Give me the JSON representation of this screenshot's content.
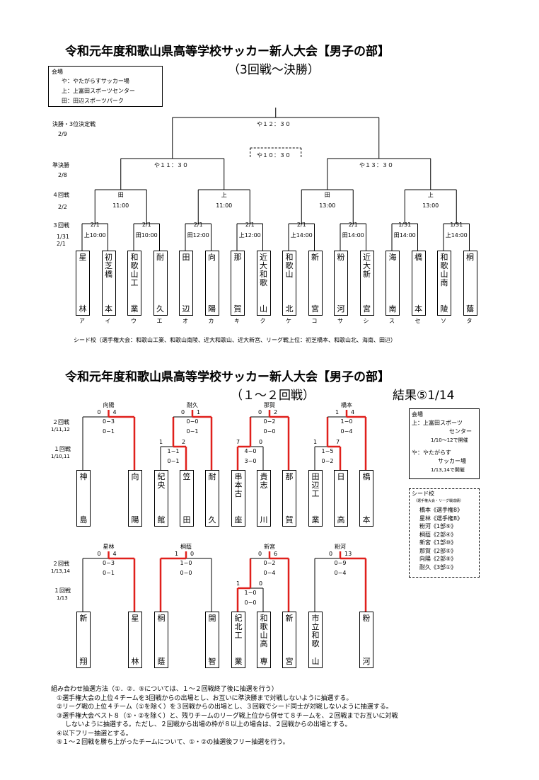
{
  "top": {
    "title": "令和元年度和歌山県高等学校サッカー新人大会【男子の部】",
    "subtitle": "（3回戦～決勝）",
    "venue_legend": {
      "header": "会場",
      "lines": [
        "や：やたがらすサッカー場",
        "上：上富田スポーツセンター",
        "田：田辺スポーツパーク"
      ]
    },
    "rounds": [
      {
        "name": "決勝・3位決定戦",
        "date": "2/9"
      },
      {
        "name": "準決勝",
        "date": "2/8"
      },
      {
        "name": "４回戦",
        "date": "2/2"
      },
      {
        "name": "３回戦",
        "date": "1/31\n2/1"
      }
    ],
    "final_label": "や１２：３０",
    "third_label": "や１０：３０",
    "semi_labels": [
      "や１１：３０",
      "や１３：３０"
    ],
    "r4": [
      {
        "venue": "田",
        "time": "11:00"
      },
      {
        "venue": "上",
        "time": "11:00"
      },
      {
        "venue": "田",
        "time": "13:00"
      },
      {
        "venue": "上",
        "time": "13:00"
      }
    ],
    "r3": [
      {
        "date": "2/1",
        "venue": "上10:00"
      },
      {
        "date": "2/1",
        "venue": "田10:00"
      },
      {
        "date": "2/1",
        "venue": "田12:00"
      },
      {
        "date": "2/1",
        "venue": "上12:00"
      },
      {
        "date": "2/1",
        "venue": "上14:00"
      },
      {
        "date": "2/1",
        "venue": "田14:00"
      },
      {
        "date": "1/31",
        "venue": "田14:00"
      },
      {
        "date": "1/31",
        "venue": "上14:00"
      }
    ],
    "teams": [
      {
        "top": "星",
        "bottom": "林",
        "kana": "ア"
      },
      {
        "top": "初\n芝\n橋",
        "bottom": "本",
        "kana": "イ"
      },
      {
        "top": "和\n歌\n山\n工",
        "bottom": "業",
        "kana": "ウ"
      },
      {
        "top": "耐",
        "bottom": "久",
        "kana": "エ"
      },
      {
        "top": "田",
        "bottom": "辺",
        "kana": "オ"
      },
      {
        "top": "向",
        "bottom": "陽",
        "kana": "カ"
      },
      {
        "top": "那",
        "bottom": "賀",
        "kana": "キ"
      },
      {
        "top": "近\n大\n和\n歌",
        "bottom": "山",
        "kana": "ク"
      },
      {
        "top": "和\n歌\n山",
        "bottom": "北",
        "kana": "ケ"
      },
      {
        "top": "新",
        "bottom": "宮",
        "kana": "コ"
      },
      {
        "top": "粉",
        "bottom": "河",
        "kana": "サ"
      },
      {
        "top": "近\n大\n新",
        "bottom": "宮",
        "kana": "シ"
      },
      {
        "top": "海",
        "bottom": "南",
        "kana": "ス"
      },
      {
        "top": "橋",
        "bottom": "本",
        "kana": "セ"
      },
      {
        "top": "和\n歌\n山\n南",
        "bottom": "陵",
        "kana": "ソ"
      },
      {
        "top": "桐",
        "bottom": "蔭",
        "kana": "タ"
      }
    ],
    "seed_note": "シード校（選手権大会：和歌山工業、和歌山南陵、近大和歌山、近大新宮、リーグ戦上位：初芝橋本、和歌山北、海南、田辺）"
  },
  "bottom": {
    "title": "令和元年度和歌山県高等学校サッカー新人大会【男子の部】",
    "subtitle": "（１～２回戦）",
    "result_label": "結果⑤1/14",
    "rounds_a": [
      {
        "name": "２回戦",
        "date": "1/11,12"
      },
      {
        "name": "１回戦",
        "date": "1/10,11"
      }
    ],
    "rounds_b": [
      {
        "name": "２回戦",
        "date": "1/13,14"
      },
      {
        "name": "１回戦",
        "date": "1/13"
      }
    ],
    "venue_box": {
      "header": "会場",
      "lines": [
        "上：上富田スポーツ",
        "センター",
        "1/10～12で開催",
        "や：やたがらす",
        "サッカー場",
        "1/13,14で開催"
      ]
    },
    "seed_box": {
      "header": "シード校",
      "note": "（選手権大会・リーグ戦成績）",
      "lines": [
        "橋本《選手権8》",
        "星林《選手権8》",
        "粉河《1部⑨》",
        "桐蔭《2部④》",
        "新宮《1部⑩》",
        "那賀《2部⑤》",
        "向陽《2部⑨》",
        "耐久《3部①》"
      ]
    },
    "blocks_a": [
      {
        "winner": "向陽",
        "s1": "0",
        "s2": "4",
        "r1": "0−3",
        "r2": "0−1",
        "p": null,
        "teams": [
          {
            "top": "神",
            "bottom": "島"
          },
          {
            "top": "向",
            "bottom": "陽"
          }
        ]
      },
      {
        "winner": "耐久",
        "s1": "0",
        "s2": "1",
        "r1": "0−0",
        "r2": "0−1",
        "p": {
          "winner": "笠田",
          "s1": "1",
          "s2": "2",
          "r1": "1−1",
          "r2": "0−1"
        },
        "teams": [
          {
            "top": "紀\n央",
            "bottom": "館"
          },
          {
            "top": "笠",
            "bottom": "田"
          },
          {
            "top": "耐",
            "bottom": "久"
          }
        ]
      },
      {
        "winner": "那賀",
        "s1": "0",
        "s2": "2",
        "r1": "0−2",
        "r2": "0−0",
        "p": {
          "winner": "串本古座",
          "s1": "7",
          "s2": "0",
          "r1": "4−0",
          "r2": "3−0"
        },
        "teams": [
          {
            "top": "串\n本\n古",
            "bottom": "座"
          },
          {
            "top": "貴\n志",
            "bottom": "川"
          },
          {
            "top": "那",
            "bottom": "賀"
          }
        ]
      },
      {
        "winner": "橋本",
        "s1": "1",
        "s2": "4",
        "r1": "1−0",
        "r2": "0−4",
        "p": {
          "winner": "日高",
          "s1": "1",
          "s2": "7",
          "r1": "1−5",
          "r2": "0−2"
        },
        "teams": [
          {
            "top": "田\n辺\n工",
            "bottom": "業"
          },
          {
            "top": "日",
            "bottom": "高"
          },
          {
            "top": "橋",
            "bottom": "本"
          }
        ]
      }
    ],
    "blocks_b": [
      {
        "winner": "星林",
        "s1": "0",
        "s2": "4",
        "r1": "0−3",
        "r2": "0−1",
        "p": null,
        "teams": [
          {
            "top": "新",
            "bottom": "翔"
          },
          {
            "top": "星",
            "bottom": "林"
          }
        ]
      },
      {
        "winner": "桐蔭",
        "s1": "1",
        "s2": "0",
        "r1": "1−0",
        "r2": "0−0",
        "p": null,
        "teams": [
          {
            "top": "桐",
            "bottom": "蔭"
          },
          {
            "top": "開",
            "bottom": "智"
          }
        ]
      },
      {
        "winner": "新宮",
        "s1": "0",
        "s2": "6",
        "r1": "0−2",
        "r2": "0−4",
        "p": {
          "winner": "紀北工業",
          "s1": "1",
          "s2": "0",
          "r1": "1−0",
          "r2": "0−0"
        },
        "teams": [
          {
            "top": "紀\n北\n工",
            "bottom": "業"
          },
          {
            "top": "和\n歌\n山\n高",
            "bottom": "専"
          },
          {
            "top": "新",
            "bottom": "宮"
          }
        ]
      },
      {
        "winner": "粉河",
        "s1": "0",
        "s2": "13",
        "r1": "0−9",
        "r2": "0−4",
        "p": null,
        "teams": [
          {
            "top": "市\n立\n和\n歌",
            "bottom": "山"
          },
          {
            "top": "粉",
            "bottom": "河"
          }
        ]
      }
    ],
    "notes": [
      "組み合わせ抽選方法（①．②．⑤については、１～２回戦終了後に抽選を行う）",
      "①選手権大会の上位４チームを3回戦からの出場とし、お互いに準決勝まで対戦しないように抽選する。",
      "②リーグ戦の上位４チーム（①を除く）を３回戦からの出場とし、３回戦でシード同士が対戦しないように抽選する。",
      "③選手権大会ベスト８（①・②を除く）と、残りチームのリーグ戦上位から併せて８チームを、２回戦までお互いに対戦",
      "しないように抽選する。ただし、２回戦から出場の枠が８以上の場合は、２回戦からの出場とする。",
      "④以下フリー抽選とする。",
      "⑤１～２回戦を勝ち上がったチームについて、①・②の抽選後フリー抽選を行う。"
    ]
  }
}
